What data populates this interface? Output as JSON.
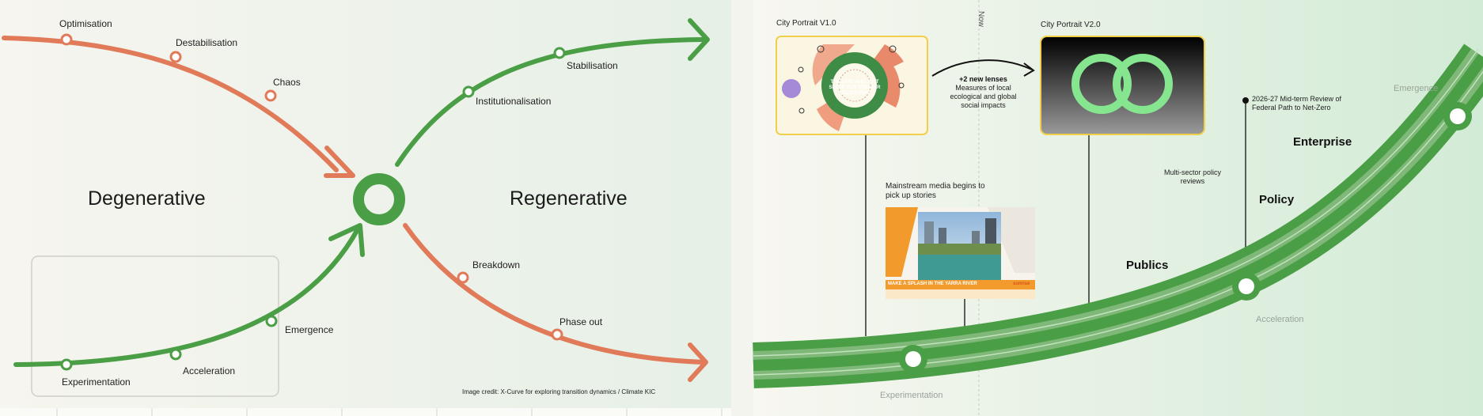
{
  "left_panel": {
    "degenerative_label": "Degenerative",
    "regenerative_label": "Regenerative",
    "stages_red_top": [
      "Optimisation",
      "Destabilisation",
      "Chaos"
    ],
    "stages_green_top": [
      "Institutionalisation",
      "Stabilisation"
    ],
    "stages_green_bottom": [
      "Experimentation",
      "Acceleration",
      "Emergence"
    ],
    "stages_red_bottom": [
      "Breakdown",
      "Phase out"
    ],
    "image_credit": "Image credit: X-Curve for exploring transition dynamics / Climate KIC"
  },
  "right_panel": {
    "now_label": "Now",
    "city_portrait_v1": "City Portrait V1.0",
    "city_portrait_v2": "City Portrait V2.0",
    "portrait_ring_text": "THE SAFE AND JUST SPACE FOR GREATER MELBOURNE",
    "new_lenses_title": "+2 new lenses",
    "new_lenses_body": "Measures of local ecological and global social impacts",
    "media_caption": "Mainstream media begins to pick up stories",
    "news_headline": "MAKE A SPLASH IN THE YARRA RIVER",
    "news_logo": "sunrise",
    "review_label": "2026-27 Mid-term Review of Federal Path to Net-Zero",
    "multi_sector_label": "Multi-sector policy reviews",
    "stages": {
      "publics": "Publics",
      "policy": "Policy",
      "enterprise": "Enterprise"
    },
    "curve_points": [
      "Experimentation",
      "Acceleration",
      "Emergence"
    ]
  },
  "colors": {
    "red": "#e07a58",
    "green": "#4a9e45",
    "light_green": "#86e58f",
    "yellow_border": "#f0cf4a"
  }
}
